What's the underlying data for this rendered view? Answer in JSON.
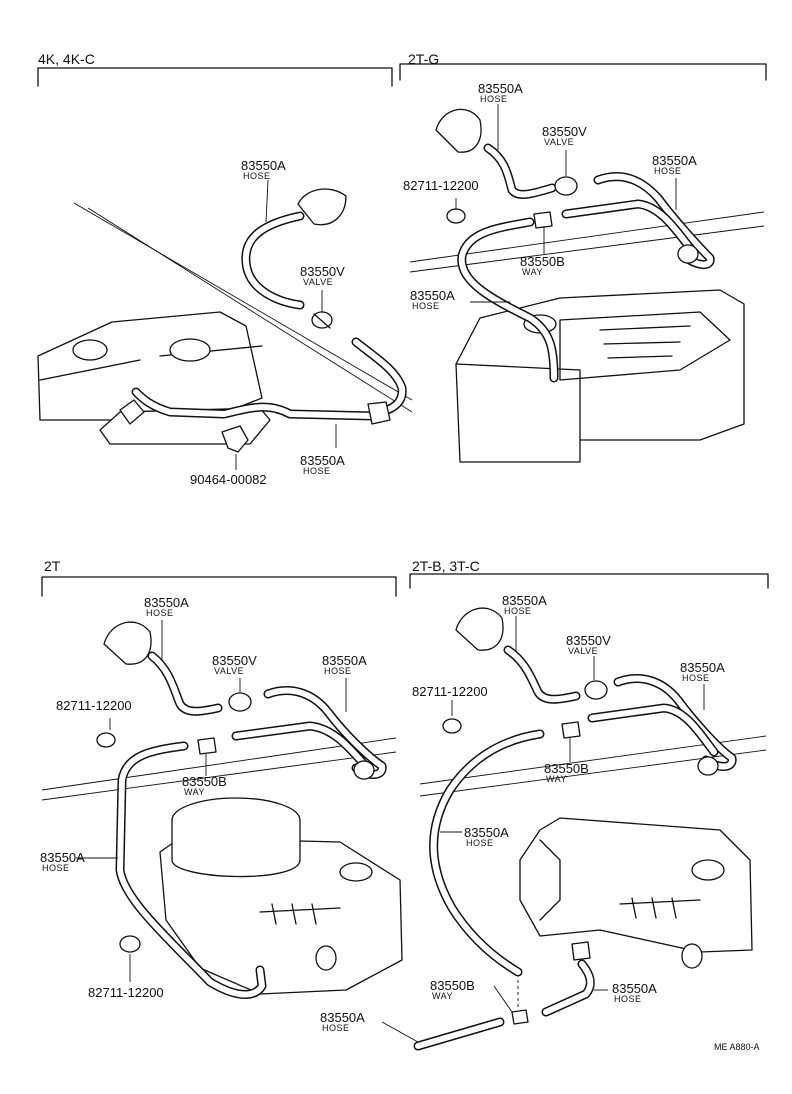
{
  "sections": {
    "tl": {
      "title": "4K, 4K-C"
    },
    "tr": {
      "title": "2T-G"
    },
    "bl": {
      "title": "2T"
    },
    "br": {
      "title": "2T-B, 3T-C"
    }
  },
  "labels": {
    "tl_hose_a": {
      "part": "83550A",
      "desc": "HOSE"
    },
    "tl_valve": {
      "part": "83550V",
      "desc": "VALVE"
    },
    "tl_hose_b": {
      "part": "83550A",
      "desc": "HOSE"
    },
    "tl_clamp": {
      "part": "90464-00082"
    },
    "tr_hose_a": {
      "part": "83550A",
      "desc": "HOSE"
    },
    "tr_valve": {
      "part": "83550V",
      "desc": "VALVE"
    },
    "tr_hose_b": {
      "part": "83550A",
      "desc": "HOSE"
    },
    "tr_clip": {
      "part": "82711-12200"
    },
    "tr_way": {
      "part": "83550B",
      "desc": "WAY"
    },
    "tr_hose_c": {
      "part": "83550A",
      "desc": "HOSE"
    },
    "bl_hose_a": {
      "part": "83550A",
      "desc": "HOSE"
    },
    "bl_valve": {
      "part": "83550V",
      "desc": "VALVE"
    },
    "bl_hose_b": {
      "part": "83550A",
      "desc": "HOSE"
    },
    "bl_clip_1": {
      "part": "82711-12200"
    },
    "bl_way": {
      "part": "83550B",
      "desc": "WAY"
    },
    "bl_hose_c": {
      "part": "83550A",
      "desc": "HOSE"
    },
    "bl_clip_2": {
      "part": "82711-12200"
    },
    "br_hose_a": {
      "part": "83550A",
      "desc": "HOSE"
    },
    "br_valve": {
      "part": "83550V",
      "desc": "VALVE"
    },
    "br_hose_b": {
      "part": "83550A",
      "desc": "HOSE"
    },
    "br_clip": {
      "part": "82711-12200"
    },
    "br_way": {
      "part": "83550B",
      "desc": "WAY"
    },
    "br_hose_c": {
      "part": "83550A",
      "desc": "HOSE"
    },
    "br_way_2": {
      "part": "83550B",
      "desc": "WAY"
    },
    "br_hose_d": {
      "part": "83550A",
      "desc": "HOSE"
    },
    "br_hose_e": {
      "part": "83550A",
      "desc": "HOSE"
    }
  },
  "footer": {
    "code": "ME A880-A"
  }
}
